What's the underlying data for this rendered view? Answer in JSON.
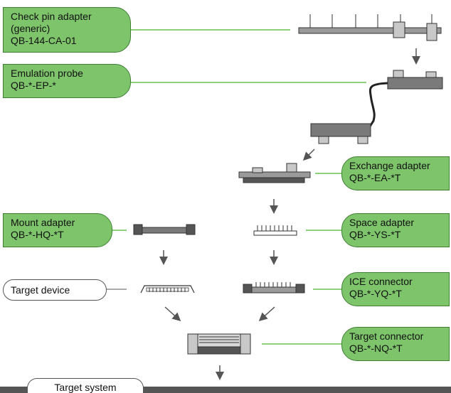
{
  "labels": {
    "check_pin": {
      "line1": "Check pin adapter",
      "line2": "(generic)",
      "line3": "QB-144-CA-01"
    },
    "emulation_probe": {
      "line1": "Emulation probe",
      "line2": "QB-*-EP-*"
    },
    "exchange_adapter": {
      "line1": "Exchange adapter",
      "line2": "QB-*-EA-*T"
    },
    "mount_adapter": {
      "line1": "Mount adapter",
      "line2": "QB-*-HQ-*T"
    },
    "space_adapter": {
      "line1": "Space adapter",
      "line2": "QB-*-YS-*T"
    },
    "target_device": {
      "line1": "Target device"
    },
    "ice_connector": {
      "line1": "ICE connector",
      "line2": "QB-*-YQ-*T"
    },
    "target_connector": {
      "line1": "Target connector",
      "line2": "QB-*-NQ-*T"
    },
    "target_system": {
      "line1": "Target system"
    }
  },
  "colors": {
    "label_fill": "#7dc46b",
    "label_border": "#3e7f33",
    "connector_line": "#8ccf7c",
    "component_dark": "#555555",
    "component_light": "#c8c8c8"
  }
}
